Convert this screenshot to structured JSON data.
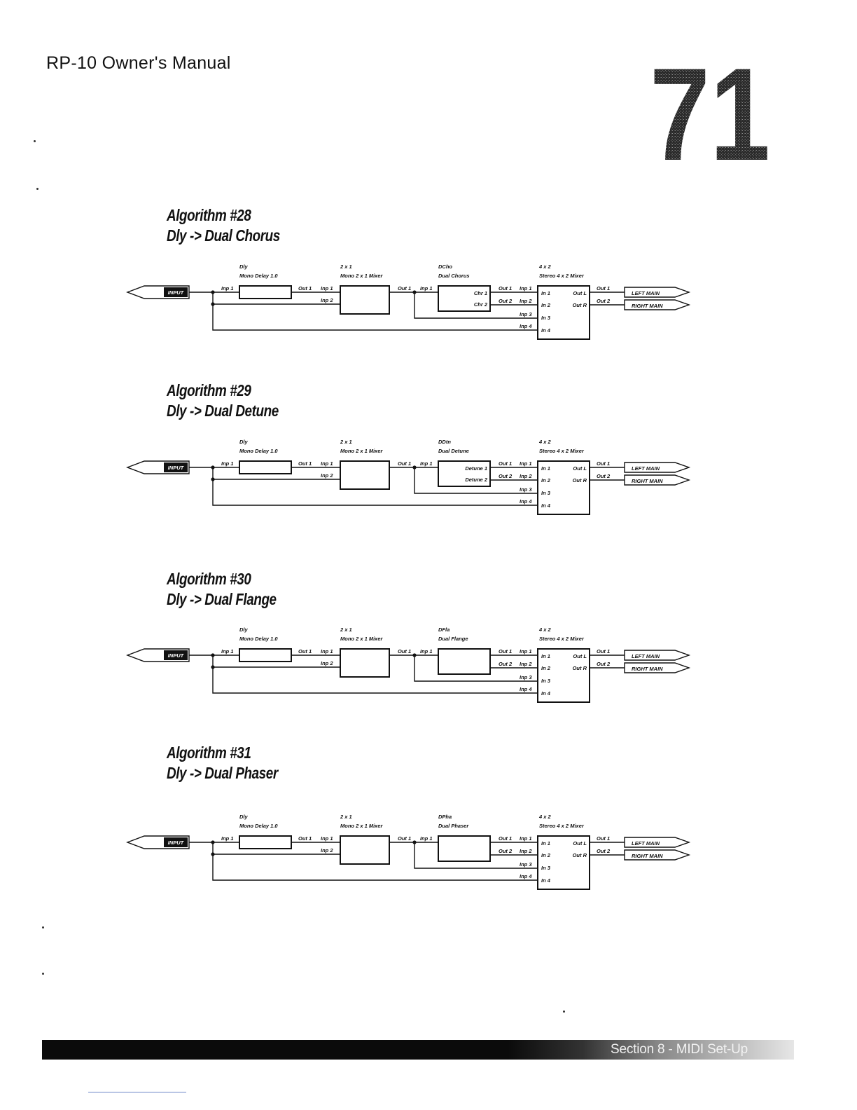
{
  "header": {
    "manual_title": "RP-10 Owner's Manual",
    "page_number": "71"
  },
  "algorithms": [
    {
      "heading": "Algorithm #28",
      "subtitle": "Dly -> Dual Chorus",
      "effect_abbr": "DCho",
      "effect_name": "Dual Chorus",
      "effect_out1": "Chr 1",
      "effect_out2": "Chr 2"
    },
    {
      "heading": "Algorithm #29",
      "subtitle": "Dly -> Dual Detune",
      "effect_abbr": "DDtn",
      "effect_name": "Dual Detune",
      "effect_out1": "Detune 1",
      "effect_out2": "Detune 2"
    },
    {
      "heading": "Algorithm #30",
      "subtitle": "Dly -> Dual Flange",
      "effect_abbr": "DFla",
      "effect_name": "Dual Flange",
      "effect_out1": "",
      "effect_out2": ""
    },
    {
      "heading": "Algorithm #31",
      "subtitle": "Dly -> Dual Phaser",
      "effect_abbr": "DPha",
      "effect_name": "Dual Phaser",
      "effect_out1": "",
      "effect_out2": ""
    }
  ],
  "diagram_labels": {
    "input": "INPUT",
    "delay_abbr": "Dly",
    "delay_name": "Mono Delay 1.0",
    "mixer1_abbr": "2 x 1",
    "mixer1_name": "Mono 2 x 1 Mixer",
    "mixer2_abbr": "4 x 2",
    "mixer2_name": "Stereo 4 x 2 Mixer",
    "inp1": "Inp 1",
    "inp2": "Inp 2",
    "inp3": "Inp 3",
    "inp4": "Inp 4",
    "out1": "Out 1",
    "out2": "Out 2",
    "in1": "In 1",
    "in2": "In 2",
    "in3": "In 3",
    "in4": "In 4",
    "outL": "Out L",
    "outR": "Out R",
    "left_main": "LEFT MAIN",
    "right_main": "RIGHT MAIN"
  },
  "footer": {
    "section": "Section 8 - MIDI Set-Up"
  }
}
